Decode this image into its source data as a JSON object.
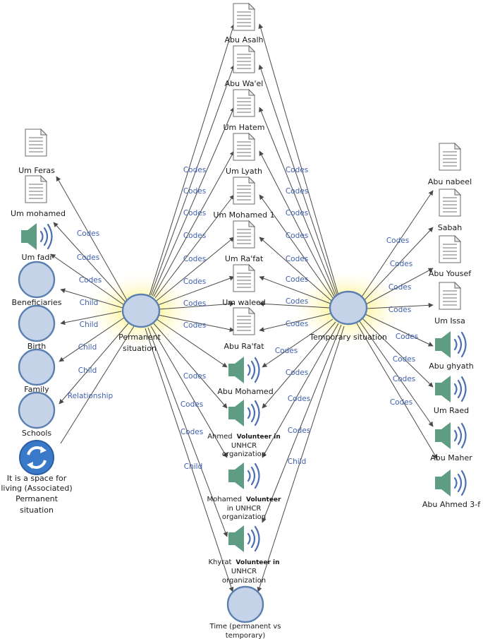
{
  "hubs": {
    "permanent": {
      "label_line1": "Permanent",
      "label_line2": "situation"
    },
    "temporary": {
      "label": "Temporary situation"
    }
  },
  "left_nodes": {
    "um_feras": "Um Feras",
    "um_mohamed": "Um mohamed",
    "um_fadi": "Um fadi",
    "beneficiaries": "Beneficiaries",
    "birth": "Birth",
    "family": "Family",
    "schools": "Schools",
    "associated_line1": "It is a space for",
    "associated_line2": "living (Associated)",
    "associated_line3": "Permanent",
    "associated_line4": "situation"
  },
  "center_nodes": {
    "abu_asalh": "Abu Asalh",
    "abu_wael": "Abu Wa'el",
    "um_hatem": "Um Hatem",
    "um_lyath": "Um Lyath",
    "um_mohamed_1": "Um Mohamed 1",
    "um_rafat": "Um Ra'fat",
    "um_waleed": "Um waleed",
    "abu_rafat": "Abu Ra'fat",
    "abu_mohamed": "Abu Mohamed",
    "ahmed_name": "Ahmed",
    "ahmed_volunteer_in": "Volunteer in",
    "ahmed_unhcr": "UNHCR",
    "ahmed_org": "organization",
    "mohamed_name": "Mohamed",
    "mohamed_volunteer": "Volunteer",
    "mohamed_in_unhcr": "in UNHCR",
    "mohamed_org": "organization",
    "khyrat_name": "Khyrat",
    "khyrat_volunteer_in": "Volunteer in",
    "khyrat_unhcr": "UNHCR",
    "khyrat_org": "organization",
    "time_line1": "Time (permanent vs",
    "time_line2": "temporary)"
  },
  "right_nodes": {
    "abu_nabeel": "Abu nabeel",
    "sabah": "Sabah",
    "abu_yousef": "Abu Yousef",
    "um_issa": "Um Issa",
    "abu_ghyath": "Abu ghyath",
    "um_raed": "Um Raed",
    "abu_maher": "Abu Maher",
    "abu_ahmed_3f": "Abu Ahmed 3-f"
  },
  "edge_labels": {
    "codes": "Codes",
    "child": "Child",
    "relationship": "Relationship"
  },
  "icons": {
    "document": "document-icon",
    "audio": "speaker-audio-icon",
    "node": "node-circle-icon",
    "cycle": "cycle-arrows-icon"
  },
  "colors": {
    "edge_label": "#3f5fae",
    "node_fill": "#c5d3e8",
    "node_stroke": "#5b7fb0",
    "glow": "#fff36a",
    "speaker": "#5f9c84"
  }
}
